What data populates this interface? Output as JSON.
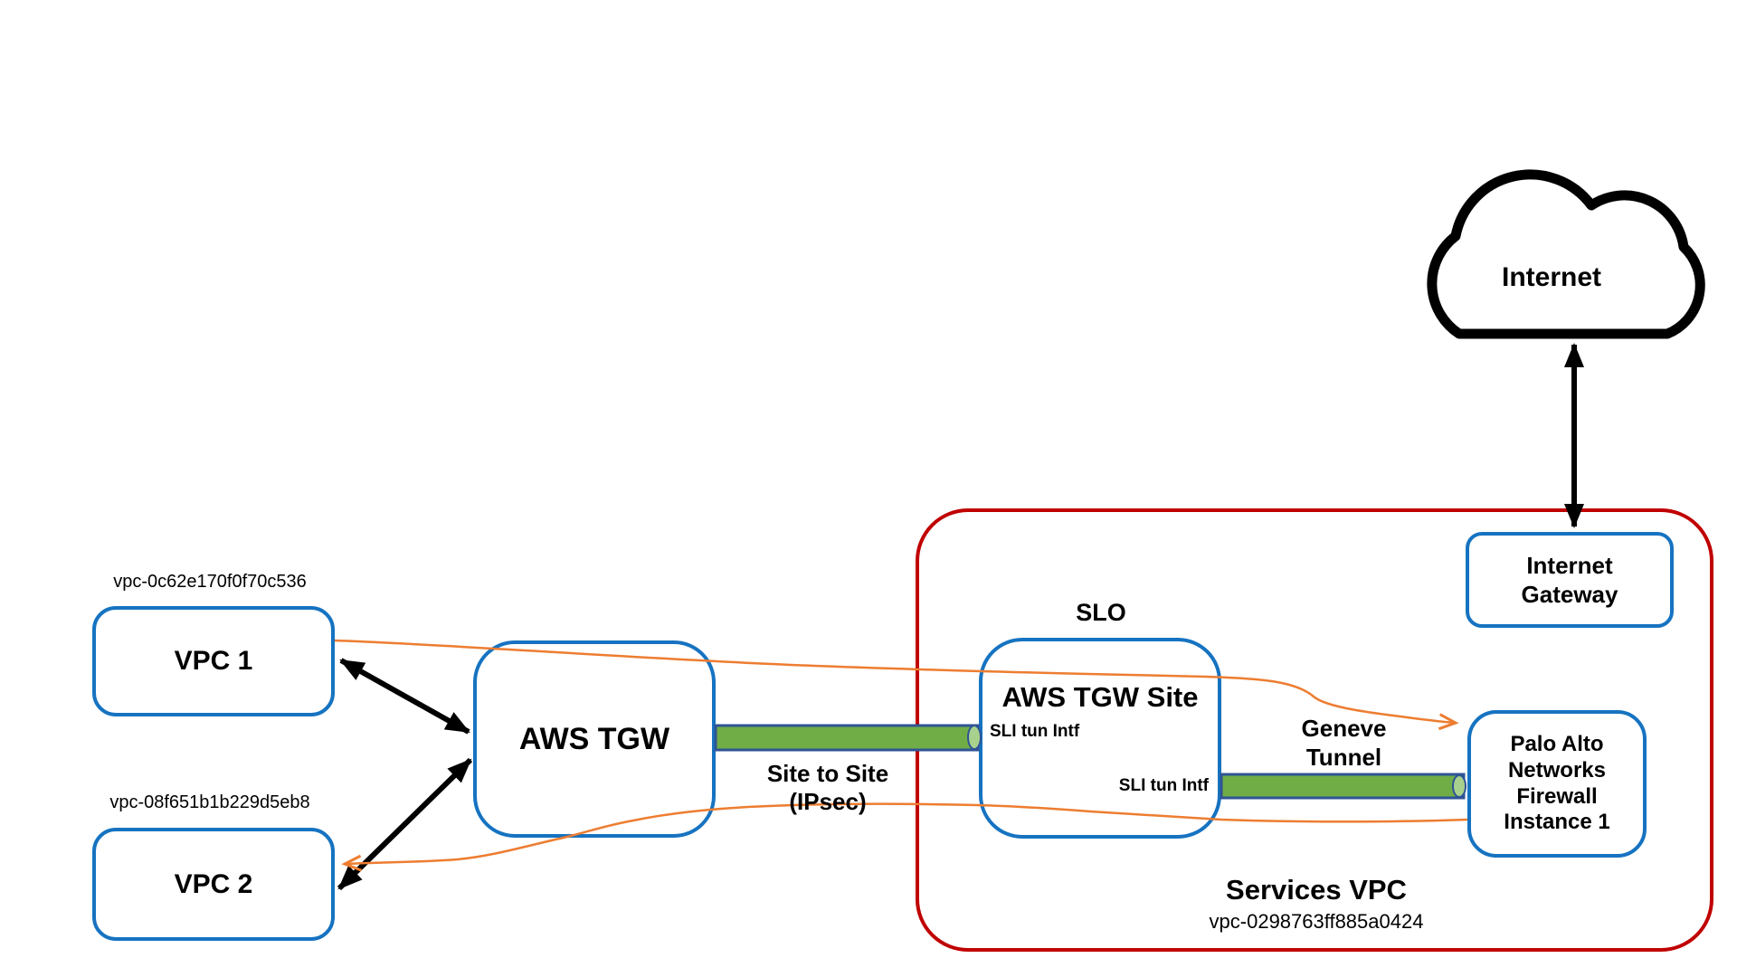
{
  "diagram": {
    "internet_cloud": {
      "label": "Internet"
    },
    "internet_gateway": {
      "label": "Internet Gateway"
    },
    "vpc1": {
      "id": "vpc-0c62e170f0f70c536",
      "label": "VPC 1"
    },
    "vpc2": {
      "id": "vpc-08f651b1b229d5eb8",
      "label": "VPC 2"
    },
    "aws_tgw": {
      "label": "AWS TGW"
    },
    "aws_tgw_site": {
      "label": "AWS TGW Site",
      "slo": "SLO",
      "sli_top": "SLI tun Intf",
      "sli_bottom": "SLI tun Intf"
    },
    "tunnels": {
      "site_to_site": "Site to Site (IPsec)",
      "geneve": "Geneve Tunnel"
    },
    "palo_alto": {
      "label": "Palo Alto Networks Firewall Instance 1"
    },
    "services_vpc": {
      "label": "Services VPC",
      "id": "vpc-0298763ff885a0424"
    }
  },
  "colors": {
    "box_border_blue": "#1673C1",
    "services_vpc_border_red": "#C00000",
    "flow_line_orange": "#ED7D31",
    "tunnel_green": "#70AD47",
    "tunnel_cap_green": "#A9D18E",
    "tunnel_border_blue": "#2F5496",
    "arrow_black": "#000000"
  }
}
